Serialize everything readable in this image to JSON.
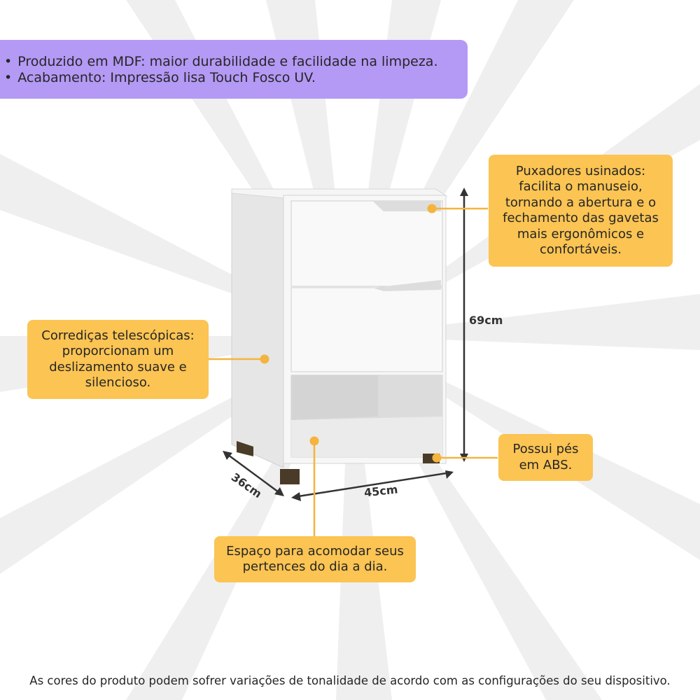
{
  "banner": {
    "bullets": [
      "Produzido em MDF: maior durabilidade e facilidade na limpeza.",
      "Acabamento: Impressão lisa Touch Fosco UV."
    ]
  },
  "callouts": {
    "puxadores": [
      "Puxadores usinados:",
      "facilita o manuseio,",
      "tornando a abertura e o",
      "fechamento das gavetas",
      "mais ergonômicos e",
      "confortáveis."
    ],
    "corredicas": [
      "Corrediças telescópicas:",
      "proporcionam um",
      "deslizamento suave e",
      "silencioso."
    ],
    "pes": [
      "Possui pés",
      "em ABS."
    ],
    "espaco": [
      "Espaço para acomodar seus",
      "pertences do dia a dia."
    ]
  },
  "dimensions": {
    "height": "69cm",
    "width": "45cm",
    "depth": "36cm"
  },
  "footer": "As cores do produto podem sofrer variações de tonalidade de acordo com as configurações do seu dispositivo.",
  "colors": {
    "banner": "#b499f5",
    "callout": "#fbc453",
    "callout_dot": "#f4b43e",
    "cabinet": "#f1f1f1"
  }
}
